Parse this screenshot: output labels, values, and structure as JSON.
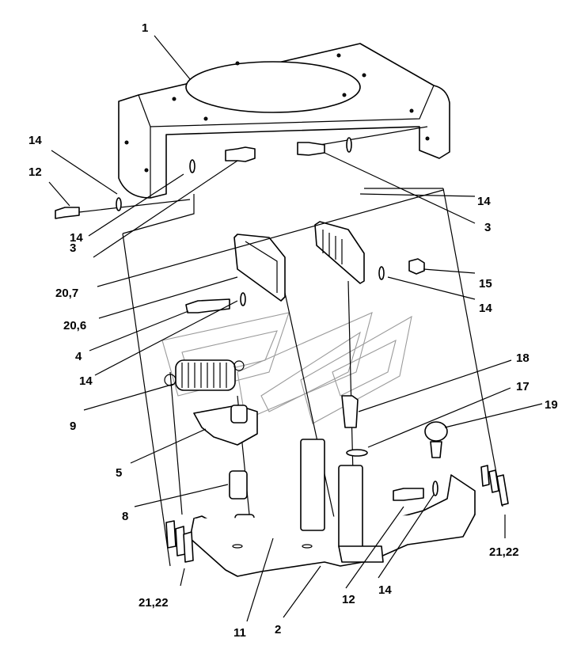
{
  "callouts": {
    "c1": "1",
    "c14_top_left": "14",
    "c12_left": "12",
    "c14_mid_left": "14",
    "c3_left": "3",
    "c20_7": "20,7",
    "c20_6": "20,6",
    "c4": "4",
    "c14_lower_left": "14",
    "c9": "9",
    "c5": "5",
    "c8": "8",
    "c21_22_left": "21,22",
    "c11": "11",
    "c2": "2",
    "c12_bottom": "12",
    "c14_bottom": "14",
    "c21_22_right": "21,22",
    "c19": "19",
    "c17": "17",
    "c18": "18",
    "c14_right_upper": "14",
    "c3_right": "3",
    "c15": "15",
    "c14_right_lower": "14"
  }
}
